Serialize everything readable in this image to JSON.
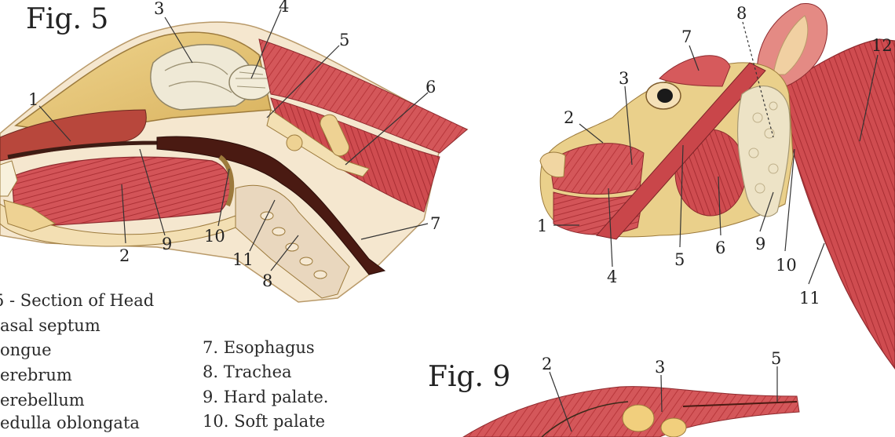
{
  "fig5": {
    "title": "Fig. 5",
    "labels": [
      "1",
      "2",
      "3",
      "4",
      "5",
      "6",
      "7",
      "8",
      "9",
      "10",
      "11"
    ],
    "legend_left": [
      "5 - Section of Head",
      "asal septum",
      "ongue",
      "erebrum",
      "erebellum",
      "edulla oblongata"
    ],
    "legend_right": [
      "7. Esophagus",
      "8. Trachea",
      "9. Hard palate.",
      "10. Soft palate"
    ]
  },
  "fig_head": {
    "labels": [
      "1",
      "2",
      "3",
      "4",
      "5",
      "6",
      "7",
      "8",
      "9",
      "10",
      "11",
      "12"
    ]
  },
  "fig9": {
    "title": "Fig. 9",
    "labels": [
      "2",
      "3",
      "5"
    ]
  },
  "colors": {
    "muscle": "#c8474a",
    "muscle_light": "#e48a84",
    "bone": "#e8c97a",
    "brain": "#efe9d6",
    "cartilage": "#f3e3c6",
    "dark_tissue": "#4a1a12"
  }
}
